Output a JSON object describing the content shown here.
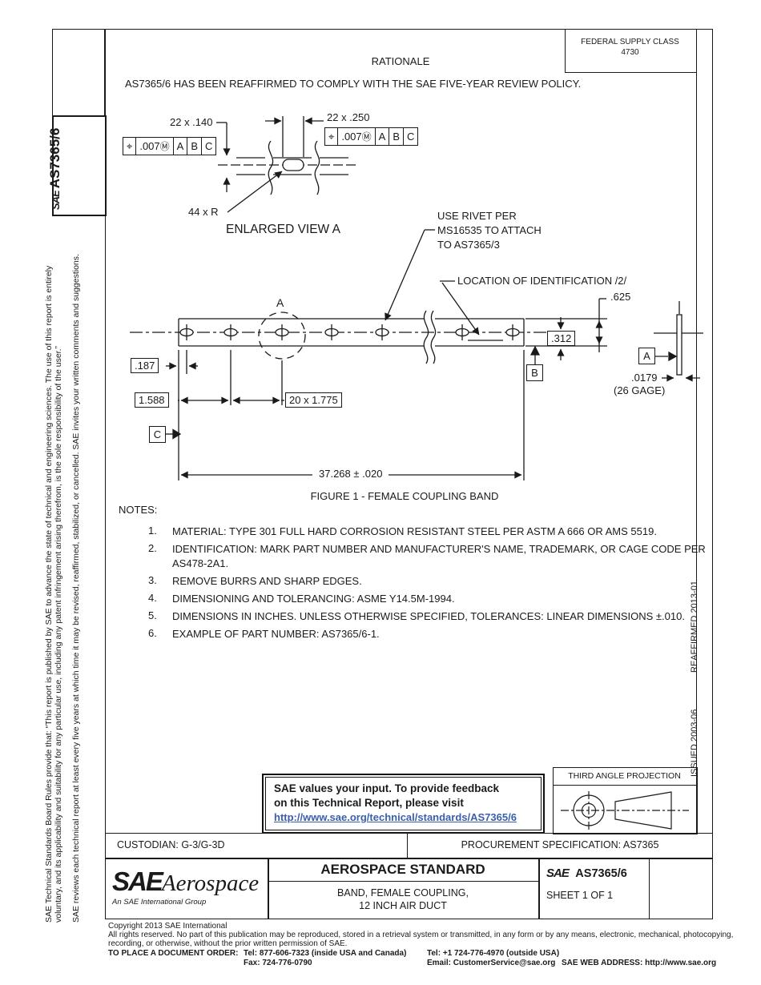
{
  "colors": {
    "ink": "#1a1a1a",
    "link_blue": "#3A5FAE"
  },
  "header": {
    "federal_supply_class_label": "FEDERAL SUPPLY CLASS",
    "federal_supply_class_value": "4730",
    "rationale_title": "RATIONALE",
    "rationale_body": "AS7365/6 HAS BEEN REAFFIRMED TO COMPLY WITH THE SAE FIVE-YEAR REVIEW POLICY."
  },
  "left_margin": {
    "sae_logo": "SAE",
    "doc_code": "AS7365/6",
    "board_rules_line1": "SAE Technical Standards Board Rules provide that: “This report is published by SAE to advance the state of technical and engineering sciences. The use of this report is entirely",
    "board_rules_line2": "voluntary, and its applicability and suitability for any particular use, including any patent infringement arising therefrom, is the sole responsibility of the user.”",
    "review_note": "SAE reviews each technical report at least every five years at which time it may be revised, reaffirmed, stabilized, or cancelled. SAE invites your written comments and suggestions."
  },
  "right_margin": {
    "issued": "ISSUED 2003-06",
    "reaffirmed": "REAFFIRMED 2013-01"
  },
  "enlarged_view": {
    "dim_slot_height": "22 x .140",
    "dim_slot_length": "22 x .250",
    "fcf1": {
      "cells": [
        "⌖",
        ".007",
        "Ⓜ",
        "A",
        "B",
        "C"
      ]
    },
    "fcf2": {
      "cells": [
        "⌖",
        ".007",
        "Ⓜ",
        "A",
        "B",
        "C"
      ]
    },
    "radius_note": "44 x R",
    "title": "ENLARGED VIEW A"
  },
  "figure": {
    "rivet_note_line1": "USE RIVET PER",
    "rivet_note_line2": "MS16535 TO ATTACH",
    "rivet_note_line3": "TO AS7365/3",
    "location_note": "LOCATION OF IDENTIFICATION /2/",
    "detail_label": "A",
    "dim_625": ".625",
    "dim_312": ".312",
    "dim_187": ".187",
    "dim_1588": "1.588",
    "dim_pitch": "20 x 1.775",
    "dim_length": "37.268 ± .020",
    "datum_a": "A",
    "datum_b": "B",
    "datum_c": "C",
    "thickness": ".0179",
    "gage": "(26 GAGE)",
    "caption": "FIGURE 1 - FEMALE COUPLING BAND"
  },
  "notes": {
    "title": "NOTES:",
    "items": [
      {
        "num": "1.",
        "text": "MATERIAL:  TYPE 301 FULL HARD CORROSION RESISTANT STEEL PER ASTM A 666 OR AMS 5519.",
        "text2": ""
      },
      {
        "num": "2.",
        "text": "IDENTIFICATION:  MARK PART NUMBER AND MANUFACTURER'S NAME, TRADEMARK, OR CAGE CODE PER",
        "text2": "AS478-2A1."
      },
      {
        "num": "3.",
        "text": "REMOVE BURRS AND SHARP EDGES.",
        "text2": ""
      },
      {
        "num": "4.",
        "text": "DIMENSIONING AND TOLERANCING:  ASME Y14.5M-1994.",
        "text2": ""
      },
      {
        "num": "5.",
        "text": "DIMENSIONS IN INCHES.  UNLESS OTHERWISE SPECIFIED, TOLERANCES:  LINEAR DIMENSIONS ±.010.",
        "text2": ""
      },
      {
        "num": "6.",
        "text": "EXAMPLE OF PART NUMBER:  AS7365/6-1.",
        "text2": ""
      }
    ]
  },
  "feedback_box": {
    "line1": "SAE values your input. To provide feedback",
    "line2": "on this Technical Report, please visit",
    "link": "http://www.sae.org/technical/standards/AS7365/6"
  },
  "projection": {
    "label": "THIRD ANGLE PROJECTION"
  },
  "title_block": {
    "custodian": "CUSTODIAN: G-3/G-3D",
    "procurement": "PROCUREMENT SPECIFICATION: AS7365",
    "logo_main": "SAE",
    "logo_sub": "Aerospace",
    "logo_tagline": "An SAE International Group",
    "doc_type": "AEROSPACE STANDARD",
    "part_title_line1": "BAND, FEMALE COUPLING,",
    "part_title_line2": "12 INCH AIR DUCT",
    "logo_small": "SAE",
    "doc_number": "AS7365/6",
    "sheet": "SHEET 1 OF 1"
  },
  "footer": {
    "copyright": "Copyright 2013 SAE International",
    "rights_line1": "All rights reserved. No part of this publication may be reproduced, stored in a retrieval system or transmitted, in any form or by any means, electronic, mechanical, photocopying,",
    "rights_line2": "recording, or otherwise, without the prior written permission of SAE.",
    "order_label": "TO PLACE A DOCUMENT ORDER:",
    "tel_inside": "Tel: 877-606-7323 (inside USA and Canada)",
    "tel_outside": "Tel: +1 724-776-4970 (outside USA)",
    "fax": "Fax: 724-776-0790",
    "email": "Email: CustomerService@sae.org",
    "web": "SAE WEB ADDRESS: http://www.sae.org"
  }
}
